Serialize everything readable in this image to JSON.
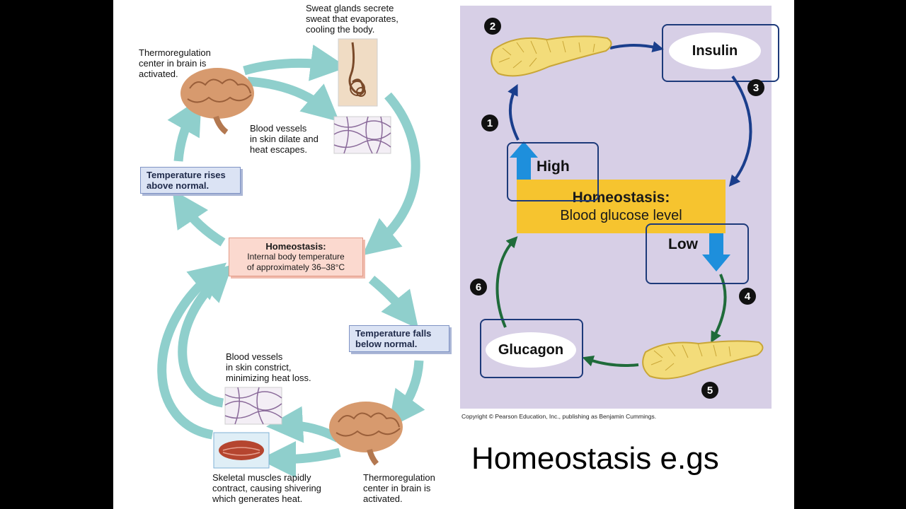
{
  "thermoregulation": {
    "sweat_glands": "Sweat glands secrete\nsweat that evaporates,\ncooling the body.",
    "brain_top": "Thermoregulation\ncenter in brain is\nactivated.",
    "vessels_dilate": "Blood vessels\nin skin dilate and\nheat escapes.",
    "temp_rises": "Temperature rises\nabove normal.",
    "homeostasis_title": "Homeostasis:",
    "homeostasis_body": "Internal body temperature\nof approximately 36–38°C",
    "temp_falls": "Temperature falls\nbelow normal.",
    "vessels_constrict": "Blood vessels\nin skin constrict,\nminimizing heat loss.",
    "shivering": "Skeletal muscles rapidly\ncontract, causing shivering\nwhich generates heat.",
    "brain_bottom": "Thermoregulation\ncenter in brain is\nactivated."
  },
  "glucose": {
    "insulin": "Insulin",
    "glucagon": "Glucagon",
    "high": "High",
    "low": "Low",
    "homeostasis_title": "Homeostasis:",
    "homeostasis_body": "Blood glucose level",
    "steps": [
      "1",
      "2",
      "3",
      "4",
      "5",
      "6"
    ]
  },
  "copyright": "Copyright © Pearson Education, Inc., publishing as Benjamin Cummings.",
  "caption": "Homeostasis e.gs",
  "colors": {
    "cycle_arrow": "#8fcfcc",
    "insulin_path": "#1a3e8c",
    "glucagon_path": "#1f6b3a",
    "glucose_bar": "#f6c42f",
    "panel_bg": "#d7cfe6"
  }
}
